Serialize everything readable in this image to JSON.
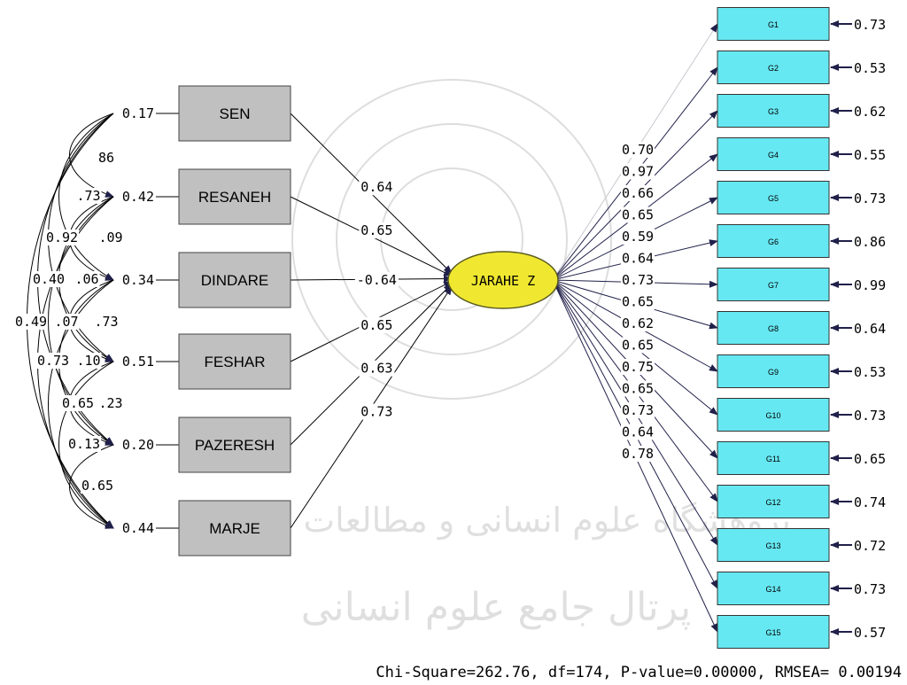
{
  "latent": {
    "label": "JARAHE Z",
    "fill": "#f0e830"
  },
  "colors": {
    "observed_left": "#c0c0c0",
    "observed_right": "#66e8f2",
    "arrow": "#20204a"
  },
  "left_vars": [
    {
      "label": "SEN",
      "error": "0.17",
      "loading": "0.64"
    },
    {
      "label": "RESANEH",
      "error": "0.42",
      "loading": "0.65"
    },
    {
      "label": "DINDARE",
      "error": "0.34",
      "loading": "-0.64"
    },
    {
      "label": "FESHAR",
      "error": "0.51",
      "loading": "0.65"
    },
    {
      "label": "PAZERESH",
      "error": "0.20",
      "loading": "0.63"
    },
    {
      "label": "MARJE",
      "error": "0.44",
      "loading": "0.73"
    }
  ],
  "left_covariances": [
    "86",
    ".73",
    "0.92",
    ".09",
    "0.40",
    ".06",
    "0.49",
    ".07",
    ".73",
    "0.73",
    ".10",
    "0.65",
    ".23",
    "0.13",
    "0.65"
  ],
  "right_vars": [
    {
      "label": "G1",
      "loading": "0.70",
      "error": "0.73"
    },
    {
      "label": "G2",
      "loading": "0.97",
      "error": "0.53"
    },
    {
      "label": "G3",
      "loading": "0.66",
      "error": "0.62"
    },
    {
      "label": "G4",
      "loading": "0.65",
      "error": "0.55"
    },
    {
      "label": "G5",
      "loading": "0.59",
      "error": "0.73"
    },
    {
      "label": "G6",
      "loading": "0.64",
      "error": "0.86"
    },
    {
      "label": "G7",
      "loading": "0.73",
      "error": "0.99"
    },
    {
      "label": "G8",
      "loading": "0.65",
      "error": "0.64"
    },
    {
      "label": "G9",
      "loading": "0.62",
      "error": "0.53"
    },
    {
      "label": "G10",
      "loading": "0.65",
      "error": "0.73"
    },
    {
      "label": "G11",
      "loading": "0.75",
      "error": "0.65"
    },
    {
      "label": "G12",
      "loading": "0.65",
      "error": "0.74"
    },
    {
      "label": "G13",
      "loading": "0.73",
      "error": "0.72"
    },
    {
      "label": "G14",
      "loading": "0.64",
      "error": "0.73"
    },
    {
      "label": "G15",
      "loading": "0.78",
      "error": "0.57"
    }
  ],
  "fit_statistics": "Chi-Square=262.76, df=174, P-value=0.00000, RMSEA= 0.00194",
  "watermark": [
    "پژوهشگاه علوم انسانی و مطالعات فرهنگی",
    "پرتال جامع علوم انسانی"
  ]
}
